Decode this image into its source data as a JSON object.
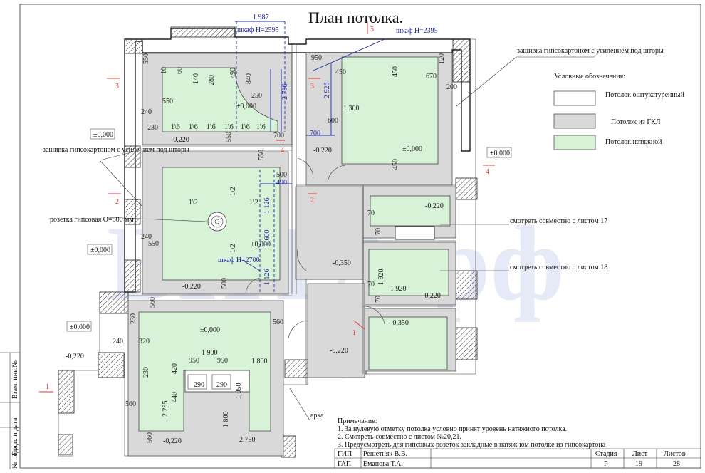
{
  "title": "План потолка.",
  "watermark": "ВИТА.рф",
  "legend": {
    "heading": "Условные обозначения:",
    "items": [
      {
        "label": "Потолок оштукатуренный",
        "color": "#ffffff"
      },
      {
        "label": "Потолок из ГКЛ",
        "color": "#d9d9d9"
      },
      {
        "label": "Потолок натяжной",
        "color": "#d7f2d6"
      }
    ]
  },
  "callouts": {
    "curtain_right": "зашивка гипсокартоном с усилением под шторы",
    "curtain_left": "зашивка гипсокартоном с усилением под шторы",
    "rosette": "розетка гипсовая О=800 мм",
    "see17": "смотреть совместно  с листом 17",
    "see18": "смотреть совместно  с листом 18",
    "arch": "арка"
  },
  "wardrobes": {
    "w1": "шкаф H=2595",
    "w2": "шкаф H=2395",
    "w3": "шкаф H=2700"
  },
  "levels": {
    "zero": "±0,000",
    "m220": "-0,220",
    "m350": "-0,350"
  },
  "section_marks": [
    "1",
    "2",
    "3",
    "4",
    "5"
  ],
  "dims": {
    "d1987": "1 987",
    "d550": "550",
    "d10": "10",
    "d60": "60",
    "d140": "140",
    "d280": "280",
    "d490": "490",
    "d840": "840",
    "d250": "250",
    "d2786": "2 786",
    "d700": "700",
    "d230": "230",
    "d240": "240",
    "d1_6": "1\\6",
    "d950": "950",
    "d450": "450",
    "d670": "670",
    "d120": "120",
    "d200": "200",
    "d2926": "2 926",
    "d600": "600",
    "d1300": "1 300",
    "d500": "500",
    "d1_2": "1\\2",
    "d1126": "1 126",
    "d1600": "1 600",
    "d70": "70",
    "d1920": "1 920",
    "d560": "560",
    "d320": "320",
    "d1900": "1 900",
    "d1800": "1 800",
    "d420": "420",
    "d440": "440",
    "d2295": "2 295",
    "d290": "290",
    "d1050": "1 050",
    "d2750": "2 750"
  },
  "notes": {
    "heading": "Примечание:",
    "lines": [
      "1. За нулевую отметку потолка условно принят уровень натяжного  потолка.",
      "2. Смотреть совместно с листом №20,21.",
      "3. Предусмотреть для гипсовых розеток закладные в натяжном потолке из гипсокартона"
    ]
  },
  "stamp": {
    "rows": [
      {
        "role": "ГИП",
        "name": "Решетняк В.В."
      },
      {
        "role": "ГАП",
        "name": "Еманова Т.А."
      }
    ],
    "headers": {
      "stage": "Стадия",
      "sheet": "Лист",
      "sheets": "Листов"
    },
    "values": {
      "stage": "Р",
      "sheet": "19",
      "sheets": "28"
    }
  },
  "side_strip": [
    "Взам. инв.№",
    "Подп. и дата",
    "Инв. № подл."
  ]
}
